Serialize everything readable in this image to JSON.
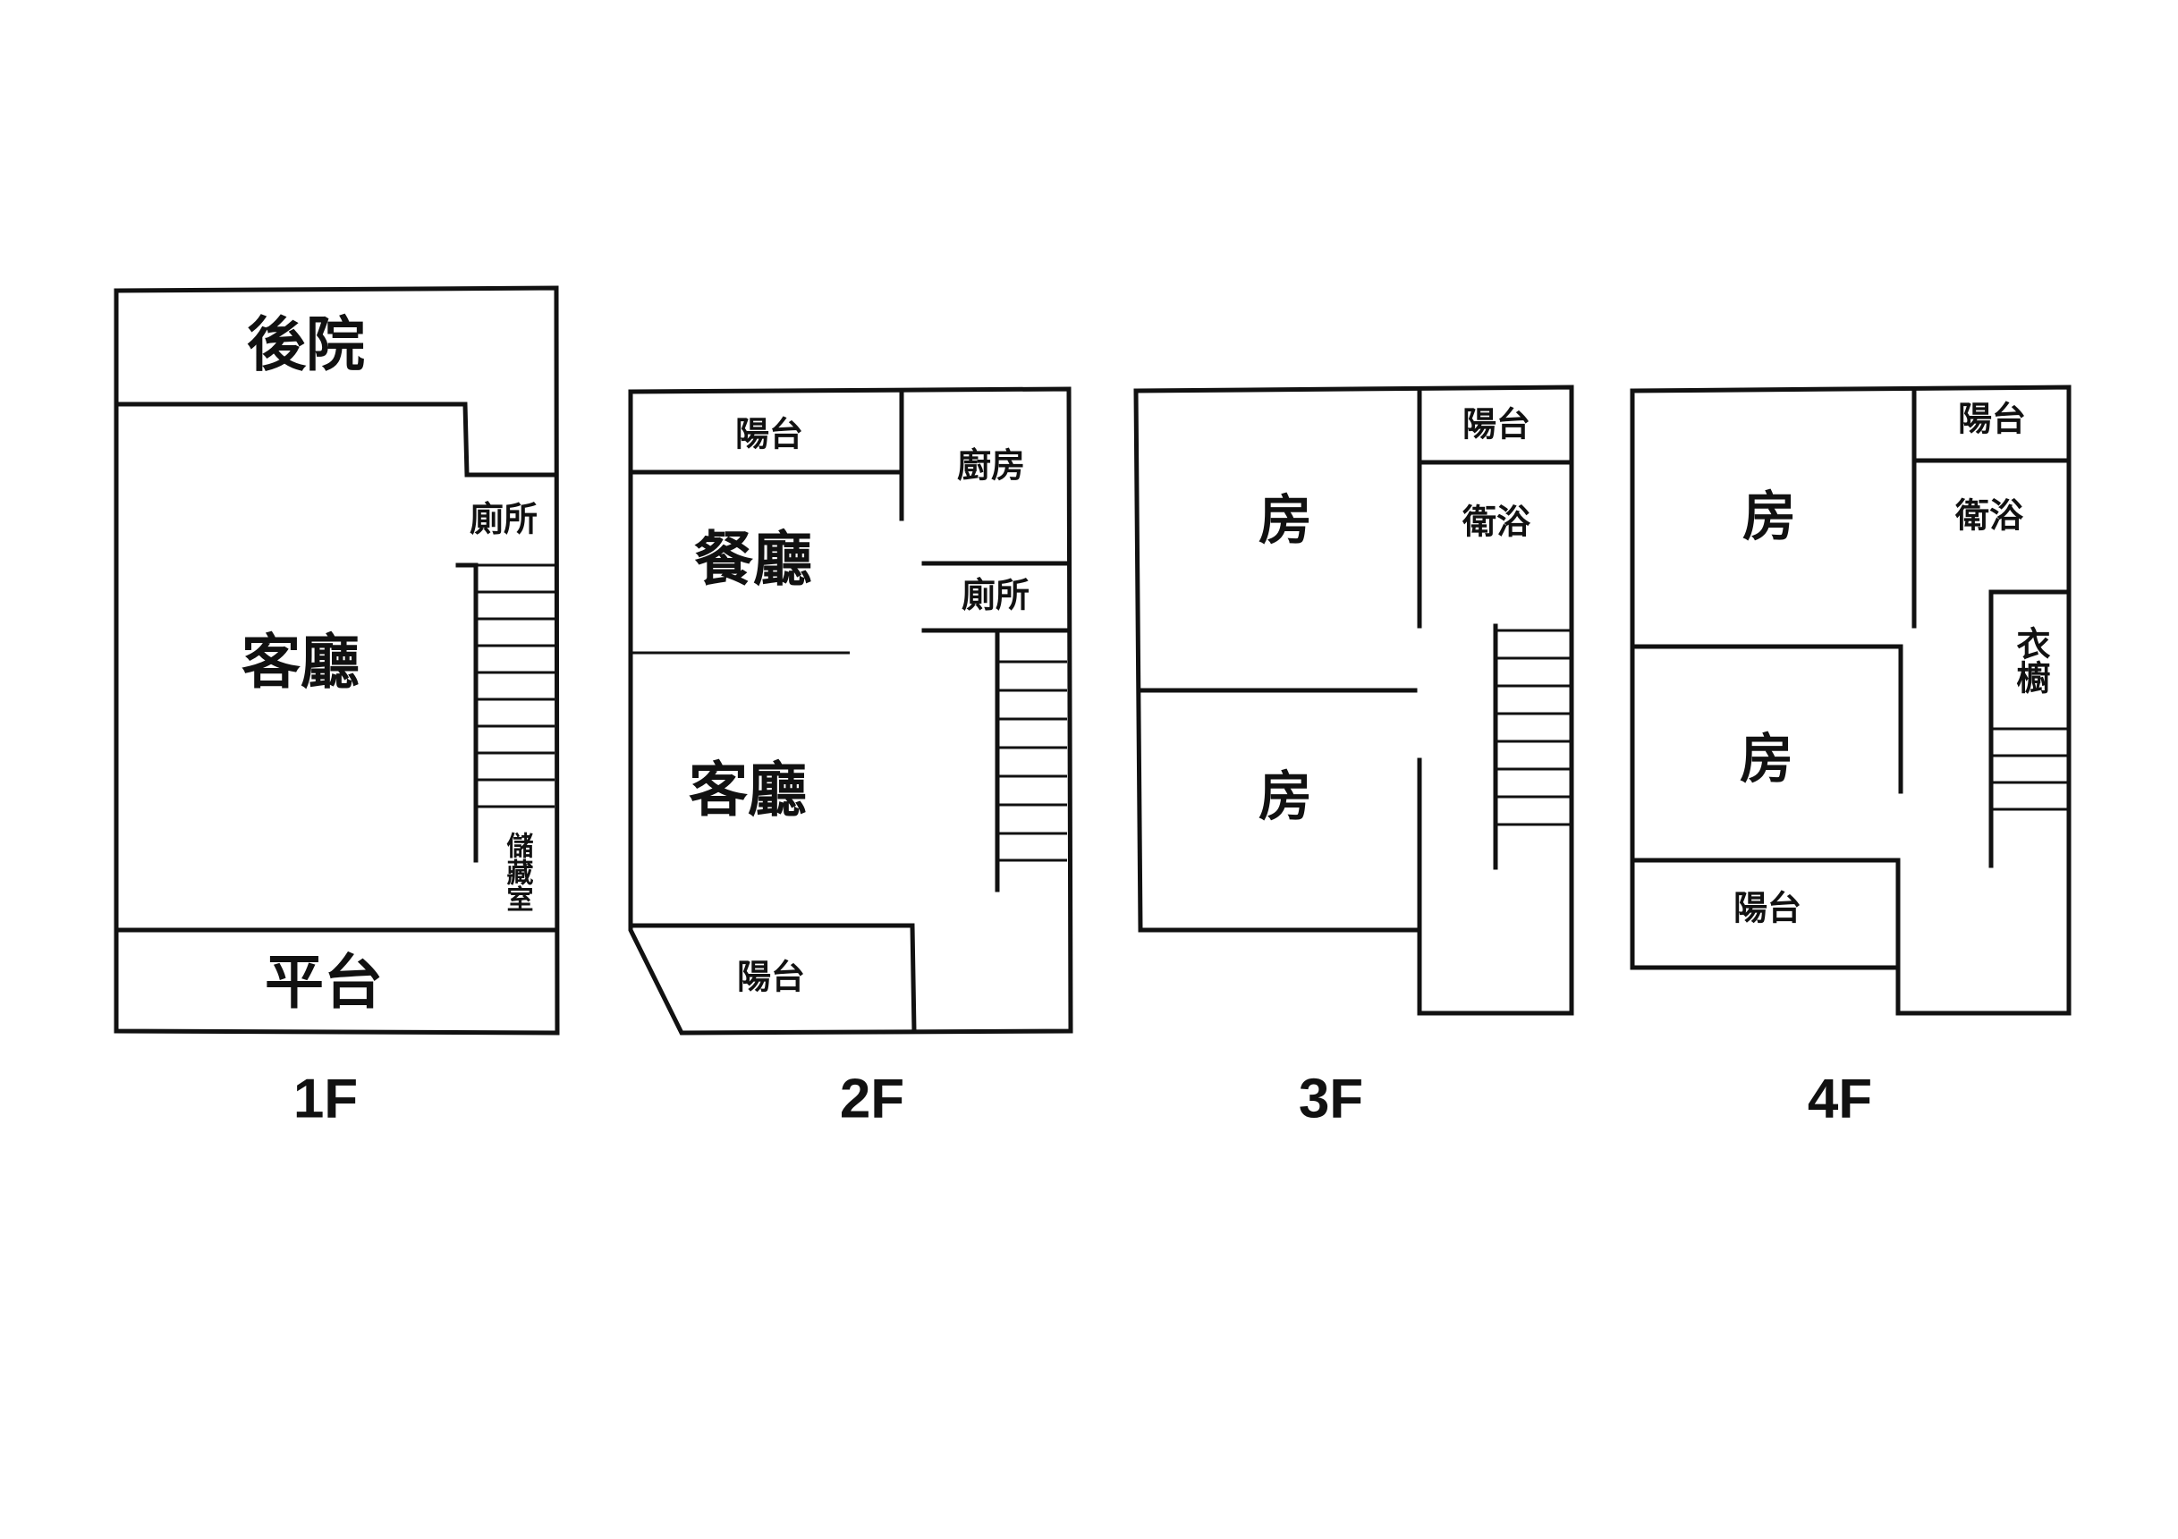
{
  "floors": [
    {
      "name": "1F",
      "rooms": {
        "backyard": "後院",
        "living_room": "客廳",
        "toilet": "廁所",
        "storage": "儲藏室",
        "platform": "平台"
      }
    },
    {
      "name": "2F",
      "rooms": {
        "balcony_top": "陽台",
        "kitchen": "廚房",
        "dining_room": "餐廳",
        "toilet": "廁所",
        "living_room": "客廳",
        "balcony_bottom": "陽台"
      }
    },
    {
      "name": "3F",
      "rooms": {
        "balcony": "陽台",
        "bathroom": "衛浴",
        "room_top": "房",
        "room_bottom": "房"
      }
    },
    {
      "name": "4F",
      "rooms": {
        "balcony_top": "陽台",
        "bathroom": "衛浴",
        "room_top": "房",
        "wardrobe": "衣櫥",
        "room_bottom": "房",
        "balcony_bottom": "陽台"
      }
    }
  ]
}
